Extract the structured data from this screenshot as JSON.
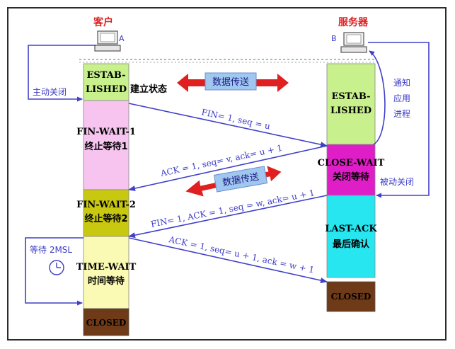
{
  "client": {
    "title": "客户",
    "id": "A"
  },
  "server": {
    "title": "服务器",
    "id": "B"
  },
  "client_states": {
    "established_line1": "ESTAB-",
    "established_line2": "LISHED",
    "established_cn": "建立状态",
    "fin_wait1_line1": "FIN-WAIT-1",
    "fin_wait1_cn": "终止等待1",
    "fin_wait2_line1": "FIN-WAIT-2",
    "fin_wait2_cn": "终止等待2",
    "time_wait_line1": "TIME-WAIT",
    "time_wait_cn": "时间等待",
    "closed": "CLOSED"
  },
  "server_states": {
    "established_line1": "ESTAB-",
    "established_line2": "LISHED",
    "close_wait_line1": "CLOSE-WAIT",
    "close_wait_cn": "关闭等待",
    "last_ack_line1": "LAST-ACK",
    "last_ack_cn": "最后确认",
    "closed": "CLOSED"
  },
  "side_labels": {
    "active_close": "主动关闭",
    "passive_close": "被动关闭",
    "notify_app_1": "通知",
    "notify_app_2": "应用",
    "notify_app_3": "进程",
    "wait_2msl": "等待 2MSL"
  },
  "data_transfer_label": "数据传送",
  "messages": {
    "m1": "FIN= 1, seq = u",
    "m2": "ACK = 1, seq= v, ack= u + 1",
    "m3": "FIN= 1, ACK = 1, seq = w, ack= u + 1",
    "m4": "ACK = 1, seq= u + 1, ack = w + 1"
  },
  "colors": {
    "established": "#c8f08c",
    "fin_wait1": "#f7c4f0",
    "fin_wait2": "#c8c810",
    "time_wait": "#fafab4",
    "closed": "#6e3a17",
    "close_wait": "#e01ec8",
    "last_ack": "#28e6f0",
    "arrow": "#4040c8",
    "red_arrow": "#e02020",
    "title_red": "#e02020"
  }
}
